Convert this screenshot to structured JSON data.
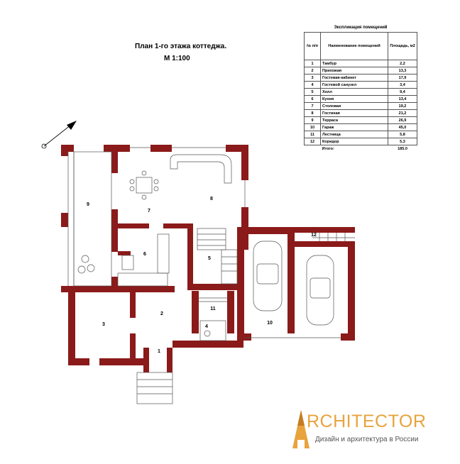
{
  "title": {
    "line1": "План 1-го этажа коттеджа.",
    "line2": "М 1:100"
  },
  "explication": {
    "caption": "Экспликация помещений",
    "headers": {
      "num": "№ п/п",
      "name": "Наименование помещений",
      "area": "Площадь, м2"
    },
    "rows": [
      {
        "num": "1",
        "name": "Тамбур",
        "area": "2,2"
      },
      {
        "num": "2",
        "name": "Прихожая",
        "area": "13,3"
      },
      {
        "num": "3",
        "name": "Гостевая-кабинет",
        "area": "17,9"
      },
      {
        "num": "4",
        "name": "Гостевой санузел",
        "area": "3,4"
      },
      {
        "num": "5",
        "name": "Холл",
        "area": "9,4"
      },
      {
        "num": "6",
        "name": "Кухня",
        "area": "13,4"
      },
      {
        "num": "7",
        "name": "Столовая",
        "area": "19,2"
      },
      {
        "num": "8",
        "name": "Гостиная",
        "area": "21,2"
      },
      {
        "num": "9",
        "name": "Терраса",
        "area": "26,9"
      },
      {
        "num": "10",
        "name": "Гараж",
        "area": "45,0"
      },
      {
        "num": "11",
        "name": "Лестница",
        "area": "5,8"
      },
      {
        "num": "12",
        "name": "Коридор",
        "area": "5,3"
      }
    ],
    "total_label": "Итого:",
    "total_value": "185.0"
  },
  "plan": {
    "room_labels": [
      "1",
      "2",
      "3",
      "4",
      "5",
      "6",
      "7",
      "8",
      "9",
      "10",
      "11",
      "12"
    ],
    "wall_color": "#8b1a1a"
  },
  "logo": {
    "text": "RCHITECTOR",
    "subtitle": "Дизайн и архитектура в России",
    "color": "#e8a33d"
  }
}
